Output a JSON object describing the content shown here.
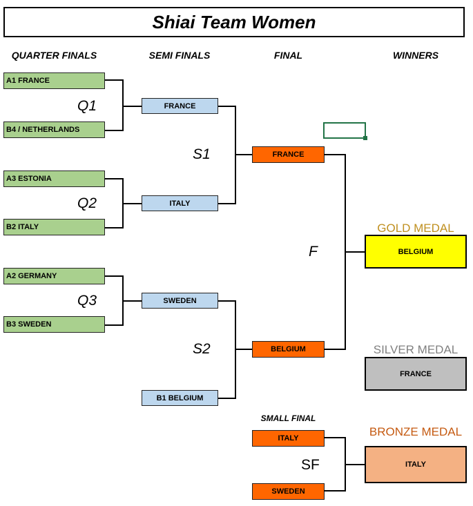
{
  "title": "Shiai Team Women",
  "columns": {
    "quarter_finals": "QUARTER FINALS",
    "semi_finals": "SEMI FINALS",
    "final": "FINAL",
    "winners": "WINNERS"
  },
  "quarter_finals": [
    {
      "label": "Q1",
      "teams": [
        "A1 FRANCE",
        "B4 / NETHERLANDS"
      ]
    },
    {
      "label": "Q2",
      "teams": [
        "A3 ESTONIA",
        "B2 ITALY"
      ]
    },
    {
      "label": "Q3",
      "teams": [
        "A2 GERMANY",
        "B3 SWEDEN"
      ]
    }
  ],
  "semi_finals": [
    {
      "label": "S1",
      "teams": [
        "FRANCE",
        "ITALY"
      ]
    },
    {
      "label": "S2",
      "teams": [
        "SWEDEN",
        "B1 BELGIUM"
      ]
    }
  ],
  "final": {
    "label": "F",
    "teams": [
      "FRANCE",
      "BELGIUM"
    ]
  },
  "small_final": {
    "heading": "SMALL FINAL",
    "label": "SF",
    "teams": [
      "ITALY",
      "SWEDEN"
    ]
  },
  "medals": {
    "gold": {
      "label": "GOLD MEDAL",
      "team": "BELGIUM",
      "color": "#c09020"
    },
    "silver": {
      "label": "SILVER MEDAL",
      "team": "FRANCE",
      "color": "#808080"
    },
    "bronze": {
      "label": "BRONZE MEDAL",
      "team": "ITALY",
      "color": "#c55a11"
    }
  }
}
